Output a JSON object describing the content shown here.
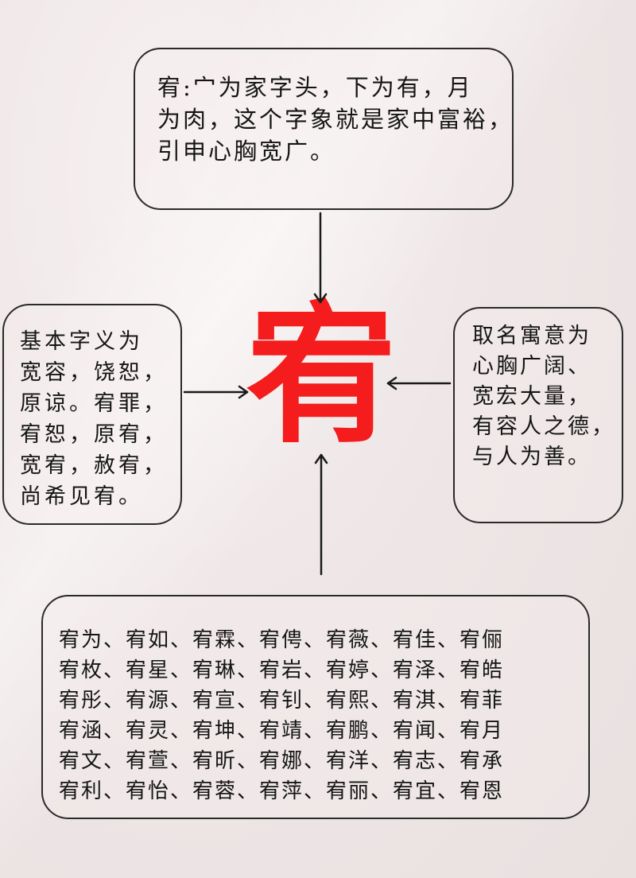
{
  "colors": {
    "accent_red": "#f41c1c",
    "line": "#1a1a1a",
    "background": "#efe7e7"
  },
  "center": {
    "character": "宥"
  },
  "top_box": {
    "lines": [
      "宥:宀为家字头，下为有，月",
      "为肉，这个字象就是家中富裕，",
      "引申心胸宽广。"
    ]
  },
  "left_box": {
    "lines": [
      "基本字义为",
      "宽容，饶恕，",
      "原谅。宥罪，",
      "宥恕，原宥，",
      "宽宥，赦宥，",
      "尚希见宥。"
    ]
  },
  "right_box": {
    "lines": [
      "取名寓意为",
      "心胸广阔、",
      "宽宏大量，",
      "有容人之德，",
      "与人为善。"
    ]
  },
  "bottom_box": {
    "names": [
      [
        "宥为",
        "宥如",
        "宥霖",
        "宥俜",
        "宥薇",
        "宥佳",
        "宥俪"
      ],
      [
        "宥枚",
        "宥星",
        "宥琳",
        "宥岩",
        "宥婷",
        "宥泽",
        "宥皓"
      ],
      [
        "宥彤",
        "宥源",
        "宥宣",
        "宥钊",
        "宥熙",
        "宥淇",
        "宥菲"
      ],
      [
        "宥涵",
        "宥灵",
        "宥坤",
        "宥靖",
        "宥鹏",
        "宥闻",
        "宥月"
      ],
      [
        "宥文",
        "宥萱",
        "宥昕",
        "宥娜",
        "宥洋",
        "宥志",
        "宥承"
      ],
      [
        "宥利",
        "宥怡",
        "宥蓉",
        "宥萍",
        "宥丽",
        "宥宜",
        "宥恩"
      ]
    ],
    "lines": [
      "宥为、宥如、宥霖、宥俜、宥薇、宥佳、宥俪",
      "宥枚、宥星、宥琳、宥岩、宥婷、宥泽、宥皓",
      "宥彤、宥源、宥宣、宥钊、宥熙、宥淇、宥菲",
      "宥涵、宥灵、宥坤、宥靖、宥鹏、宥闻、宥月",
      "宥文、宥萱、宥昕、宥娜、宥洋、宥志、宥承",
      "宥利、宥怡、宥蓉、宥萍、宥丽、宥宜、宥恩"
    ]
  }
}
